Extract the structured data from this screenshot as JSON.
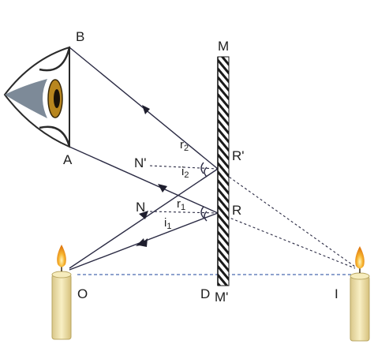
{
  "labels": {
    "B": "B",
    "A": "A",
    "M": "M",
    "M_prime": "M'",
    "R": "R",
    "R_prime": "R'",
    "N": "N",
    "N_prime": "N'",
    "r1": "r",
    "r1_sub": "1",
    "i1": "i",
    "i1_sub": "1",
    "r2": "r",
    "r2_sub": "2",
    "i2": "i",
    "i2_sub": "2",
    "O": "O",
    "D": "D",
    "I": "I"
  },
  "colors": {
    "ray": "#2b2b44",
    "axis_dash": "#4a6bb0",
    "mirror": "#1a1a1a",
    "candle_body": "#f2e5a8",
    "flame": "#f4a81c",
    "eye_iris": "#b8861e"
  },
  "icons": {
    "eye": "eye-icon",
    "candle_object": "candle-icon",
    "candle_image": "candle-image-icon",
    "mirror": "plane-mirror"
  }
}
